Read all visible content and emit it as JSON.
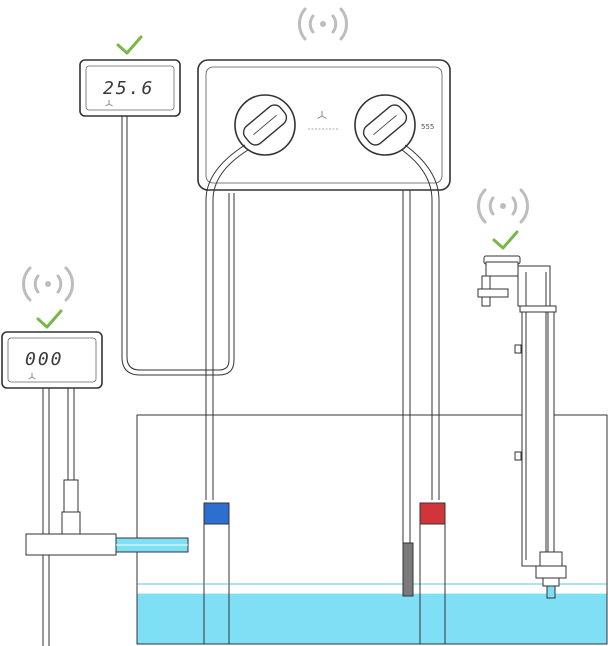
{
  "colors": {
    "check": "#7ab648",
    "water": "#7fdff5",
    "cap_blue": "#2c6fd1",
    "cap_red": "#d1343b",
    "outline": "#333333",
    "wifi": "#bdbdbd",
    "sensor_gray": "#7a7a7a"
  },
  "icons": [
    "wifi-icon",
    "checkmark-icon",
    "fan-logo-icon"
  ],
  "display_top": {
    "reading": "25.6"
  },
  "display_left": {
    "reading": "000"
  },
  "controller": {
    "model_label": "555"
  },
  "water_fill_fraction": 0.22
}
